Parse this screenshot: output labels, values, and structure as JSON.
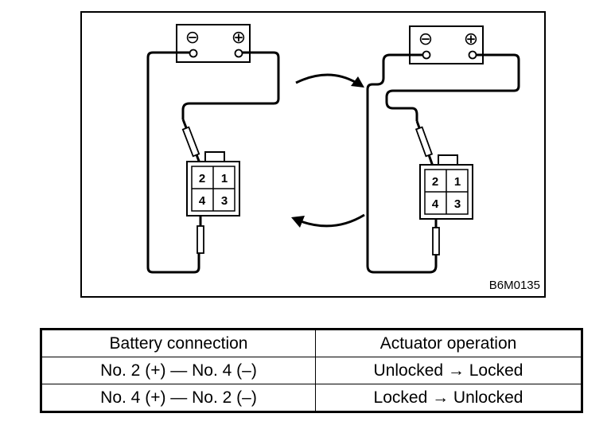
{
  "diagram": {
    "figure_code": "B6M0135",
    "left": {
      "battery": {
        "neg_symbol": "⊖",
        "pos_symbol": "⊕"
      },
      "connector": {
        "pin_tl": "2",
        "pin_tr": "1",
        "pin_bl": "4",
        "pin_br": "3"
      }
    },
    "right": {
      "battery": {
        "neg_symbol": "⊖",
        "pos_symbol": "⊕"
      },
      "connector": {
        "pin_tl": "2",
        "pin_tr": "1",
        "pin_bl": "4",
        "pin_br": "3"
      }
    }
  },
  "table": {
    "headers": [
      "Battery connection",
      "Actuator operation"
    ],
    "rows": [
      [
        "No. 2 (+) — No. 4 (–)",
        "Unlocked → Locked"
      ],
      [
        "No. 4 (+) — No. 2 (–)",
        "Locked → Unlocked"
      ]
    ]
  }
}
